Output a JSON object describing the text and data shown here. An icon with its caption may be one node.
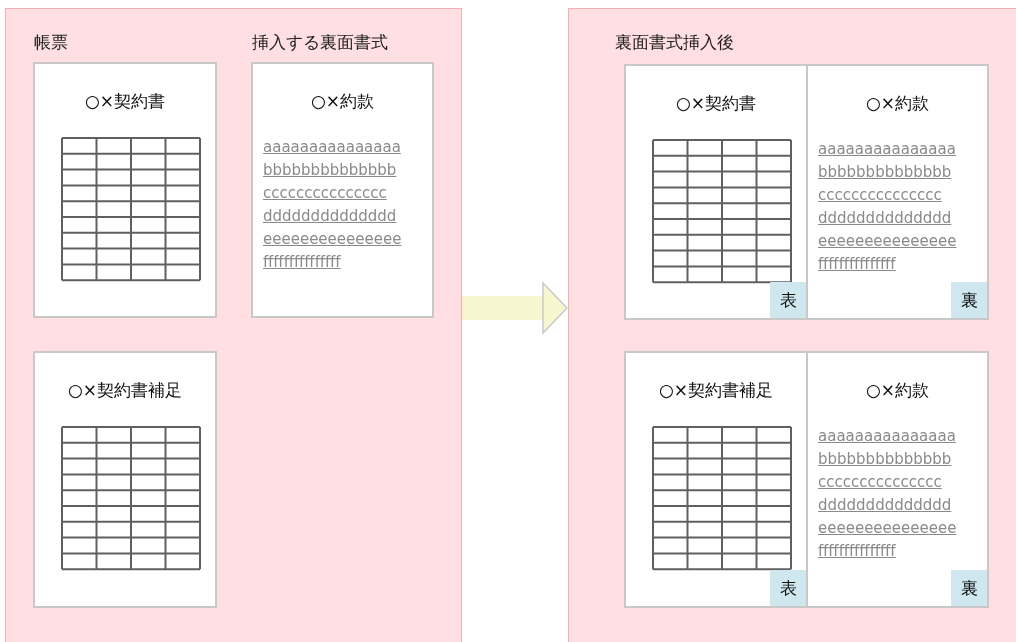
{
  "diagram": {
    "nodes": [
      {
        "text": [
          "帳票",
          "挿入する裏面書式"
        ]
      },
      {
        "text": [
          "○×契約書"
        ],
        "in": 0
      },
      {
        "text": [
          "○×約款",
          "aaaaaaaaaaaaaaa bbbbbbbbbbbbbb ccccccccccccccc dddddddddddddd eeeeeeeeeeeeeee fffffffffffffff"
        ],
        "in": 0
      },
      {
        "text": [
          "○×契約書補足"
        ],
        "in": 0
      },
      {
        "text": [
          "裏面書式挿入後"
        ]
      },
      {
        "text": [
          "○×契約書",
          "表"
        ],
        "in": 4
      },
      {
        "text": [
          "○×約款",
          "aaaaaaaaaaaaaaa bbbbbbbbbbbbbb ccccccccccccccc dddddddddddddd eeeeeeeeeeeeeee fffffffffffffff",
          "裏"
        ],
        "in": 4
      },
      {
        "text": [
          "○×契約書補足",
          "表"
        ],
        "in": 4
      },
      {
        "text": [
          "○×約款",
          "aaaaaaaaaaaaaaa bbbbbbbbbbbbbb ccccccccccccccc dddddddddddddd eeeeeeeeeeeeeee fffffffffffffff",
          "裏"
        ],
        "in": 4
      }
    ],
    "edges": [
      {
        "from": 0,
        "to": 4,
        "arrow": "to"
      }
    ]
  }
}
